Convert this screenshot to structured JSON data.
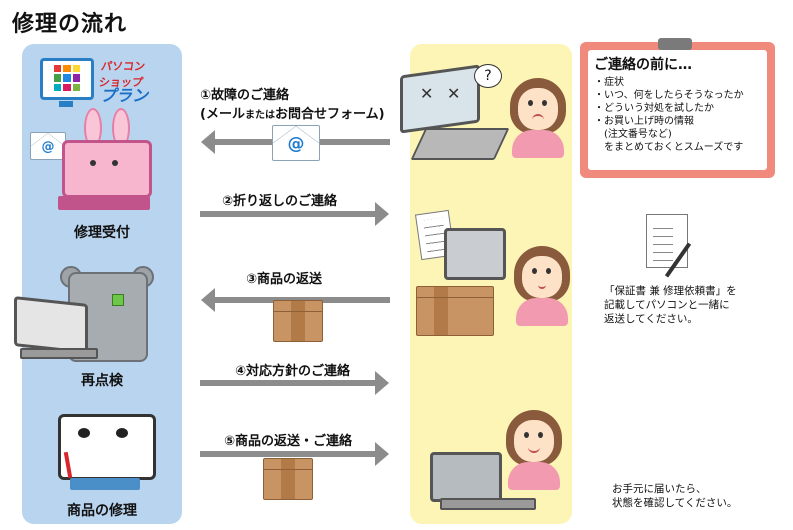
{
  "page": {
    "title": "修理の流れ"
  },
  "shop": {
    "logo_text_top": "パソコンショップ",
    "logo_text_bottom": "プラン",
    "stages": [
      {
        "label": "修理受付"
      },
      {
        "label": "再点検"
      },
      {
        "label": "商品の修理"
      }
    ]
  },
  "steps": [
    {
      "label": "①故障のご連絡",
      "sub_a": "(メール",
      "sub_small": "または",
      "sub_b": "お問合せフォーム)",
      "direction": "left"
    },
    {
      "label": "②折り返しのご連絡",
      "direction": "right"
    },
    {
      "label": "③商品の返送",
      "direction": "left"
    },
    {
      "label": "④対応方針のご連絡",
      "direction": "right"
    },
    {
      "label": "⑤商品の返送・ご連絡",
      "direction": "right"
    }
  ],
  "callout": {
    "title": "ご連絡の前に…",
    "items": [
      "・症状",
      "・いつ、何をしたらそうなったか",
      "・どういう対処を試したか",
      "・お買い上げ時の情報",
      "　(注文番号など)",
      "　をまとめておくとスムーズです"
    ]
  },
  "notes": {
    "return": [
      "「保証書 兼 修理依頼書」を",
      "記載してパソコンと一緒に",
      "返送してください。"
    ],
    "arrival": [
      "お手元に届いたら、",
      "状態を確認してください。"
    ]
  },
  "icons": {
    "envelope": "envelope-icon",
    "at": "@",
    "box": "cardboard-box-icon"
  },
  "colors": {
    "shop_column": "#b9d4ef",
    "customer_column": "#fcf5b5",
    "arrow": "#8c8c8c",
    "callout_border": "#f08a7c"
  }
}
